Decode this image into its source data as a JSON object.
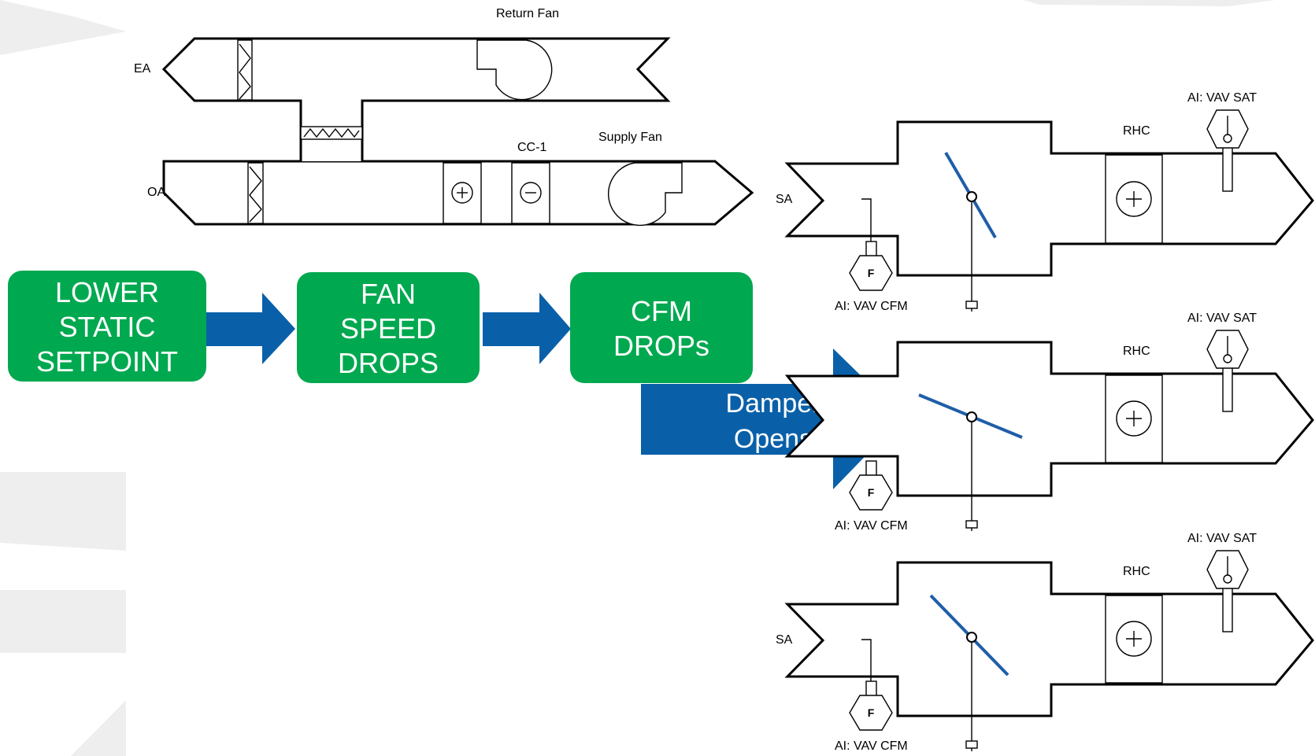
{
  "ahu": {
    "return_fan_label": "Return Fan",
    "supply_fan_label": "Supply Fan",
    "ea_label": "EA",
    "oa_label": "OA",
    "coil_label": "CC-1"
  },
  "flow_steps": [
    {
      "lines": [
        "LOWER",
        "STATIC",
        "SETPOINT"
      ]
    },
    {
      "lines": [
        "FAN",
        "SPEED",
        "DROPS"
      ]
    },
    {
      "lines": [
        "CFM",
        "DROPs"
      ]
    }
  ],
  "damper_arrow": {
    "lines": [
      "Damper",
      "Opens"
    ]
  },
  "vav_boxes": [
    {
      "sa_label": "SA",
      "reheat_label": "RHC",
      "temp_sensor_label": "AI: VAV SAT",
      "flow_sensor_label": "AI: VAV CFM",
      "flow_sensor_letter": "F"
    },
    {
      "sa_label": "",
      "reheat_label": "RHC",
      "temp_sensor_label": "AI: VAV SAT",
      "flow_sensor_label": "AI: VAV CFM",
      "flow_sensor_letter": "F"
    },
    {
      "sa_label": "SA",
      "reheat_label": "RHC",
      "temp_sensor_label": "AI: VAV SAT",
      "flow_sensor_label": "AI: VAV CFM",
      "flow_sensor_letter": "F"
    }
  ],
  "colors": {
    "step_green": "#00a84f",
    "arrow_blue": "#0960a8",
    "damper_blue": "#1f5ea8"
  },
  "icons": [
    "heating-coil-icon",
    "cooling-coil-icon",
    "fan-icon",
    "filter-icon",
    "damper-icon",
    "flow-sensor-icon",
    "temperature-sensor-icon"
  ]
}
